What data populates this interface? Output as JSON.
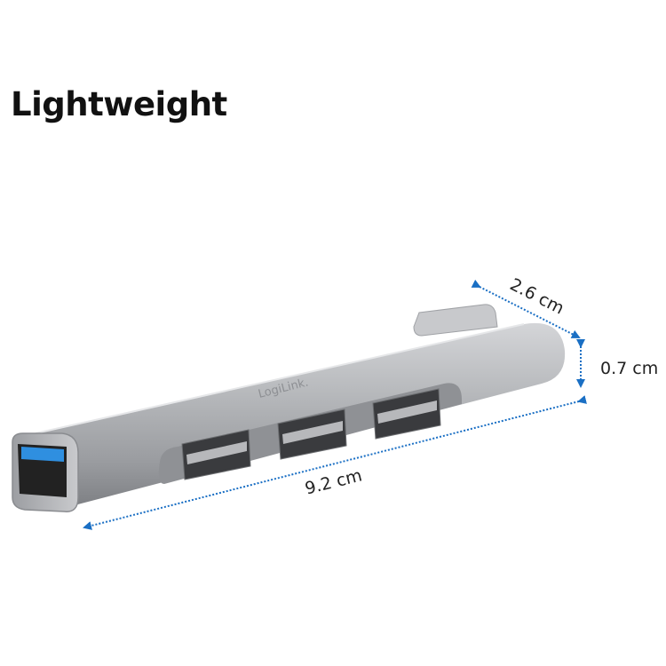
{
  "headline": "Lightweight",
  "product": {
    "brand_logo": "LogiLink.",
    "ports": {
      "usb_c_plug": 1,
      "usb3_port_end": 1,
      "usb2_ports_side": 3
    },
    "colors": {
      "body": "#a9abaf",
      "usb3_accent": "#2f8fe0",
      "arrow": "#1a6fc4"
    }
  },
  "dimensions": {
    "length": "9.2 cm",
    "width": "2.6 cm",
    "height": "0.7 cm"
  }
}
